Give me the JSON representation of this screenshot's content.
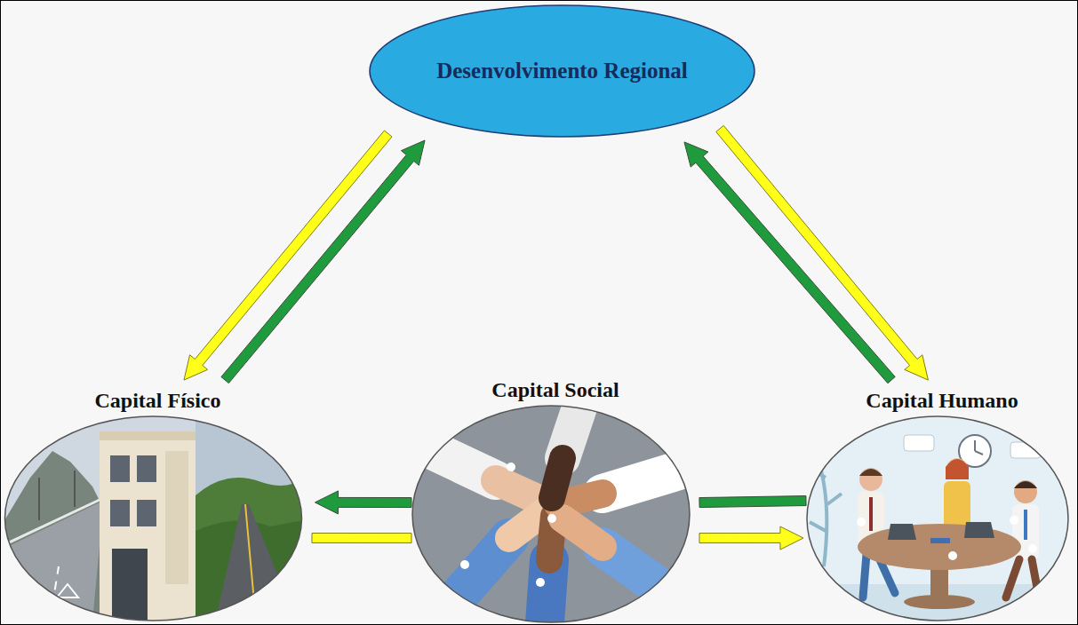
{
  "diagram": {
    "nodes": [
      {
        "text": [
          "Desenvolvimento Regional"
        ]
      },
      {
        "text": [
          "Capital Físico"
        ]
      },
      {
        "text": [
          "Capital Social"
        ]
      },
      {
        "text": [
          "Capital Humano"
        ]
      }
    ],
    "edges": [
      {
        "from": 0,
        "to": 1,
        "arrow": "to"
      },
      {
        "from": 1,
        "to": 0,
        "arrow": "to"
      },
      {
        "from": 3,
        "to": 0,
        "arrow": "to"
      },
      {
        "from": 0,
        "to": 3,
        "arrow": "to"
      },
      {
        "from": 2,
        "to": 1,
        "arrow": "to"
      },
      {
        "from": 3,
        "to": 2,
        "arrow": "none"
      },
      {
        "from": 1,
        "to": 2,
        "arrow": "none"
      },
      {
        "from": 2,
        "to": 3,
        "arrow": "to"
      }
    ]
  }
}
